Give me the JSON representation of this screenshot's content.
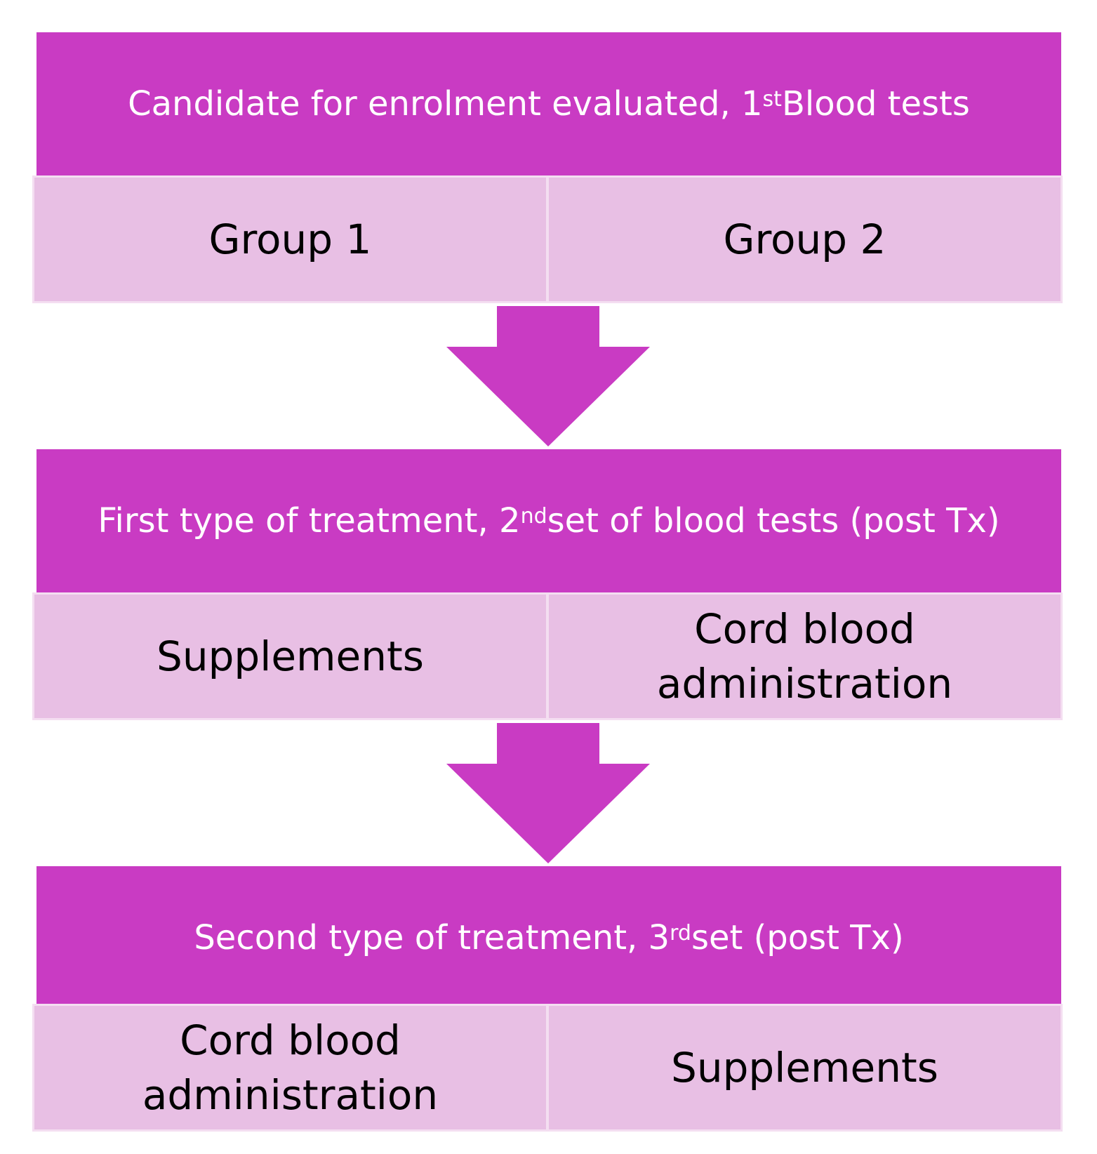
{
  "colors": {
    "header_bg": "#c93bc3",
    "cell_bg": "#e8bfe4",
    "arrow": "#c93bc3"
  },
  "steps": [
    {
      "header": {
        "pre": "Candidate for enrolment evaluated, 1",
        "sup": "st",
        "post": " Blood tests"
      },
      "left": [
        "Group 1"
      ],
      "right": [
        "Group 2"
      ]
    },
    {
      "header": {
        "pre": "First type of treatment, 2",
        "sup": "nd",
        "post": " set of blood tests (post Tx)"
      },
      "left": [
        "Supplements"
      ],
      "right": [
        "Cord blood",
        "administration"
      ]
    },
    {
      "header": {
        "pre": "Second type of treatment, 3",
        "sup": "rd",
        "post": " set (post Tx)"
      },
      "left": [
        "Cord blood",
        "administration"
      ],
      "right": [
        "Supplements"
      ]
    }
  ],
  "arrow_icon": "down-arrow-icon"
}
